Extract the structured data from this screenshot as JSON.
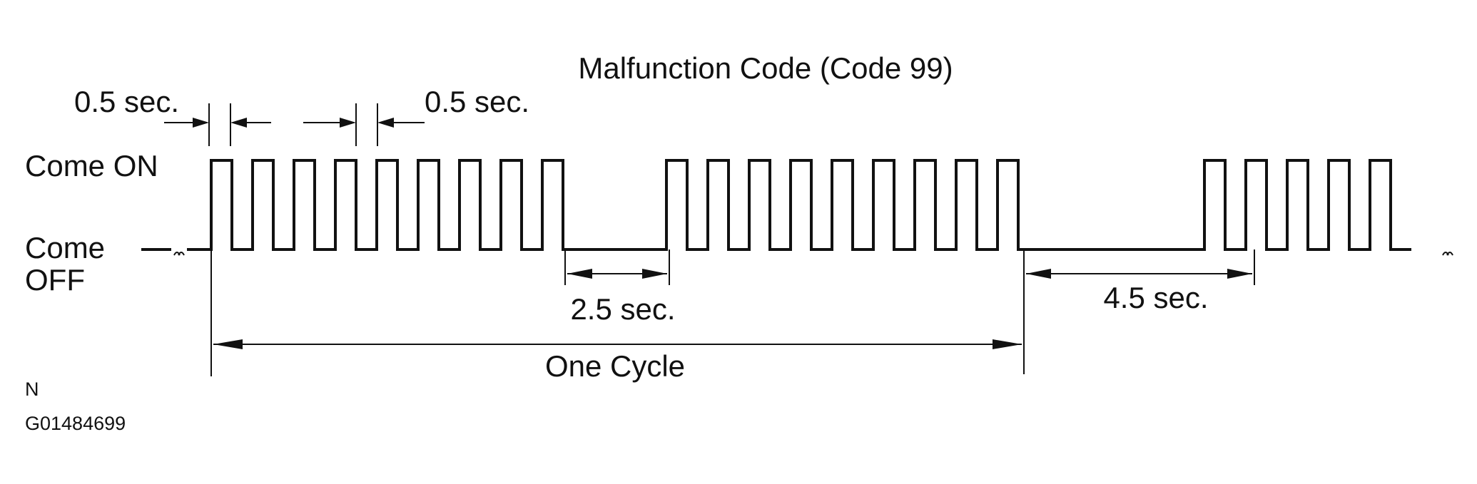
{
  "title": "Malfunction Code (Code 99)",
  "labels": {
    "on": "Come ON",
    "off_line1": "Come",
    "off_line2": "OFF",
    "pulse_on": "0.5 sec.",
    "pulse_off": "0.5 sec.",
    "gap_short": "2.5 sec.",
    "gap_long": "4.5 sec.",
    "cycle": "One Cycle"
  },
  "footer": {
    "letter": "N",
    "figure_id": "G01484699"
  },
  "code": {
    "first_digit_pulses": 9,
    "second_digit_pulses": 9,
    "pulse_on_sec": 0.5,
    "pulse_off_sec": 0.5,
    "digit_gap_sec": 2.5,
    "repeat_gap_sec": 4.5,
    "next_cycle_pulses_shown": 5
  }
}
